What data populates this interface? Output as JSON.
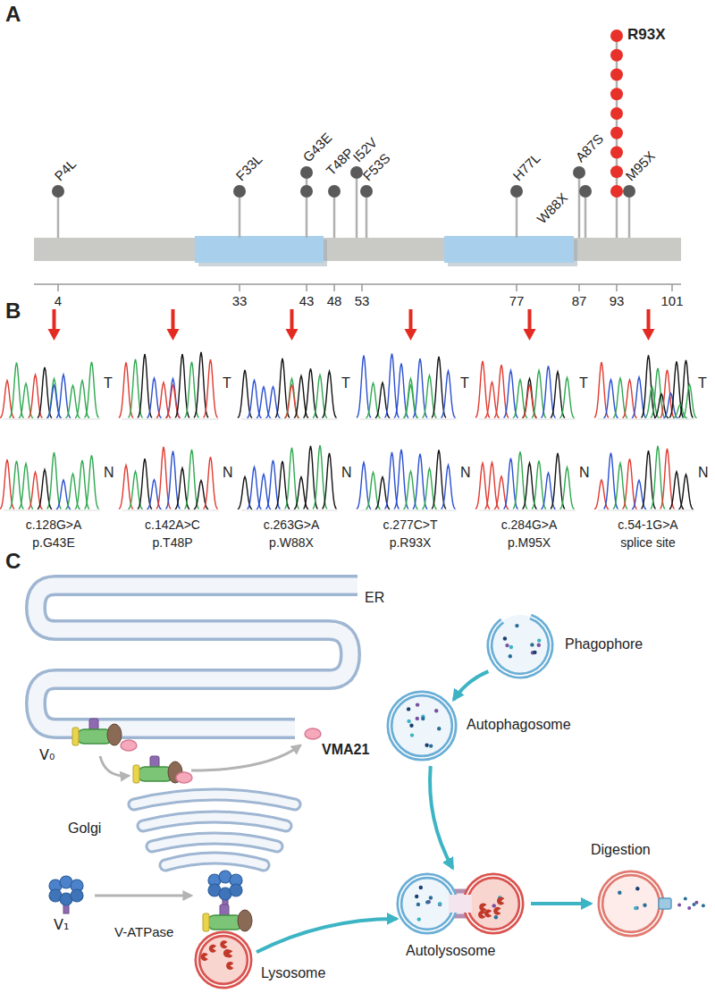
{
  "diagram": {
    "nodes": [
      {
        "text": [
          "Phagophore"
        ]
      },
      {
        "text": [
          "Autophagosome"
        ]
      },
      {
        "text": [
          "Lysosome"
        ]
      },
      {
        "text": [
          "Autolysosome"
        ]
      },
      {
        "text": [
          "Digestion"
        ]
      }
    ],
    "edges": [
      {
        "from": 0,
        "to": 1,
        "arrow": "to"
      },
      {
        "from": 1,
        "to": 3,
        "arrow": "to"
      },
      {
        "from": 2,
        "to": 3,
        "arrow": "to"
      },
      {
        "from": 3,
        "to": 4,
        "arrow": "to"
      }
    ],
    "labels": [
      "A",
      "P4L",
      "F33L",
      "G43E",
      "T48P",
      "I52V",
      "F53S",
      "H77L",
      "A87S",
      "W88X",
      "R93X",
      "M95X",
      "4",
      "33",
      "43",
      "48",
      "53",
      "77",
      "87",
      "93",
      "101",
      "B",
      "T",
      "N",
      "c.128G>A",
      "p.G43E",
      "T",
      "N",
      "c.142A>C",
      "p.T48P",
      "T",
      "N",
      "c.263G>A",
      "p.W88X",
      "T",
      "N",
      "c.277C>T",
      "p.R93X",
      "T",
      "N",
      "c.284G>A",
      "p.M95X",
      "T",
      "N",
      "c.54-1G>A",
      "splice site",
      "C",
      "ER",
      "V₀",
      "VMA21",
      "Golgi",
      "V₁",
      "V-ATPase"
    ]
  }
}
